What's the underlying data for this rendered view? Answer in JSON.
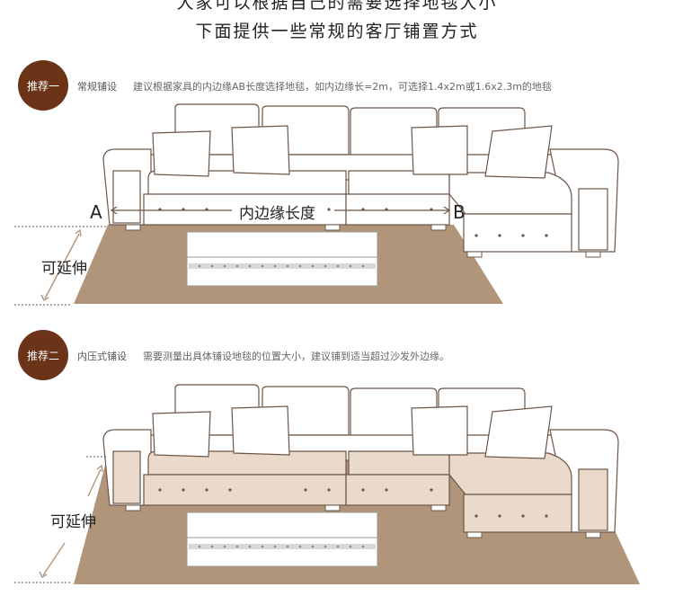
{
  "header": {
    "line1": "大家可以根据自己的需要选择地毯大小",
    "line2": "下面提供一些常规的客厅铺置方式"
  },
  "rec1": {
    "badge": "推荐一",
    "title": "常规铺设",
    "desc": "建议根据家具的内边缘AB长度选择地毯，如内边缘长=2m，可选择1.4x2m或1.6x2.3m的地毯"
  },
  "rec2": {
    "badge": "推荐二",
    "title": "内压式铺设",
    "desc": "需要测量出具体铺设地毯的位置大小，建议铺到适当超过沙发外边缘。"
  },
  "diagram1": {
    "point_a": "A",
    "point_b": "B",
    "inner_edge": "内边缘长度",
    "extend": "可延伸"
  },
  "diagram2": {
    "extend": "可延伸"
  },
  "colors": {
    "badge": "#6b3318",
    "rug": "#b0957a",
    "rug_light": "#e9dacb",
    "line": "#6e5648"
  }
}
